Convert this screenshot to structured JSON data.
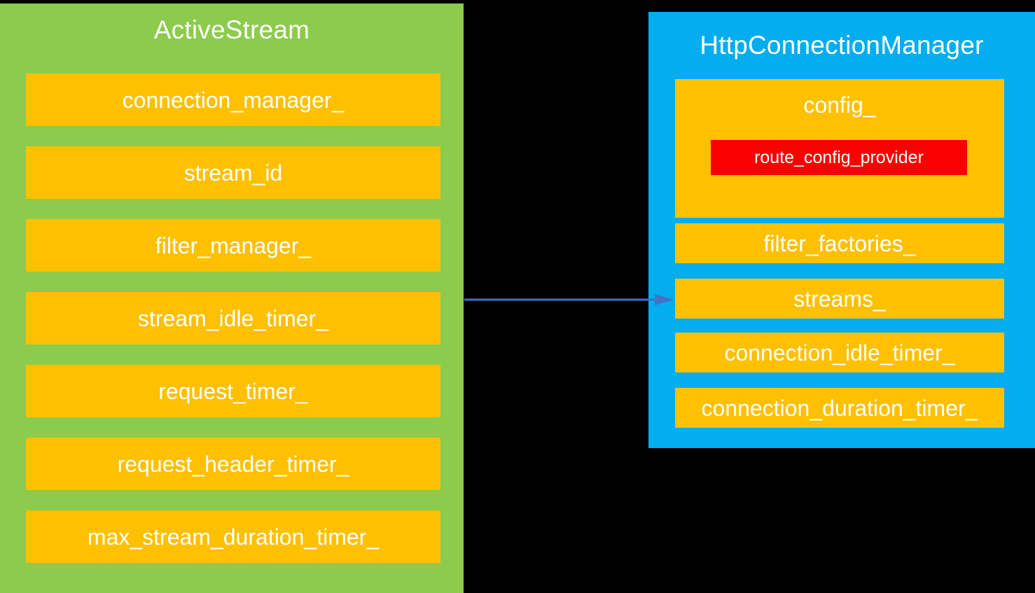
{
  "diagram": {
    "type": "class-relationship",
    "background_color": "#000000",
    "panels": [
      {
        "id": "activestream",
        "title": "ActiveStream",
        "color": "#8CCB4C",
        "field_color": "#FFC000",
        "fields": [
          {
            "label": "connection_manager_"
          },
          {
            "label": "stream_id"
          },
          {
            "label": "filter_manager_"
          },
          {
            "label": "stream_idle_timer_"
          },
          {
            "label": "request_timer_"
          },
          {
            "label": "request_header_timer_"
          },
          {
            "label": "max_stream_duration_timer_"
          }
        ]
      },
      {
        "id": "http-connection-manager",
        "title": "HttpConnectionManager",
        "color": "#03ADEE",
        "field_color": "#FFC000",
        "config": {
          "label": "config_",
          "nested": {
            "label": "route_config_provider",
            "color": "#FA0000"
          }
        },
        "fields": [
          {
            "label": "filter_factories_"
          },
          {
            "label": "streams_"
          },
          {
            "label": "connection_idle_timer_"
          },
          {
            "label": "connection_duration_timer_"
          }
        ]
      }
    ],
    "connectors": [
      {
        "id": "stream-to-streams",
        "from": "activestream",
        "to": "streams_",
        "color": "#4472C4",
        "style": "solid-arrow"
      }
    ]
  }
}
